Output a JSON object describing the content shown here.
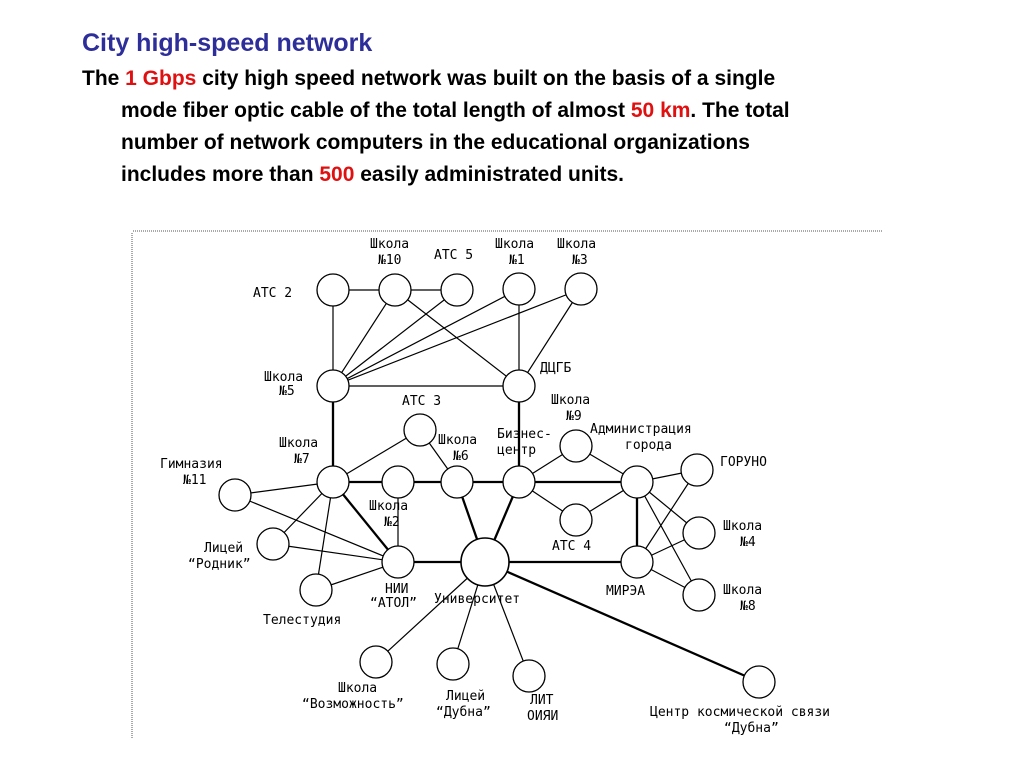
{
  "header": {
    "title": "City high-speed network"
  },
  "description": {
    "line1_before": "The ",
    "line1_speed": "1 Gbps",
    "line1_after": " city high speed network was built on the basis of a single",
    "line2_before": "mode fiber optic cable of the total length of almost ",
    "line2_length": "50 km",
    "line2_after": ". The total",
    "line3": "number of network computers in the educational organizations",
    "line4_before": "includes more than ",
    "line4_count": "500",
    "line4_after": " easily administrated units."
  },
  "colors": {
    "title": "#2e2e9a",
    "highlight": "#e01010",
    "text": "#000000"
  },
  "nodes": {
    "ats2": "АТС 2",
    "school10_a": "Школа",
    "school10_b": "№10",
    "ats5": "АТС 5",
    "school1_a": "Школа",
    "school1_b": "№1",
    "school3_a": "Школа",
    "school3_b": "№3",
    "school5_a": "Школа",
    "school5_b": "№5",
    "dcgb": "ДЦГБ",
    "ats3": "АТС 3",
    "school9_a": "Школа",
    "school9_b": "№9",
    "school7_a": "Школа",
    "school7_b": "№7",
    "school6_a": "Школа",
    "school6_b": "№6",
    "business_a": "Бизнес-",
    "business_b": "центр",
    "admin_a": "Администрация",
    "admin_b": "города",
    "goruno": "ГОРУНО",
    "gymnasium_a": "Гимназия",
    "gymnasium_b": "№11",
    "school2_a": "Школа",
    "school2_b": "№2",
    "school4_a": "Школа",
    "school4_b": "№4",
    "lyceum_rodnik_a": "Лицей",
    "lyceum_rodnik_b": "“Родник”",
    "ats4": "АТС 4",
    "nii_atol_a": "НИИ",
    "nii_atol_b": "“АТОЛ”",
    "university": "Университет",
    "mirea": "МИРЭА",
    "school8_a": "Школа",
    "school8_b": "№8",
    "telestudio": "Телестудия",
    "school_vozm_a": "Школа",
    "school_vozm_b": "“Возможность”",
    "lyceum_dubna_a": "Лицей",
    "lyceum_dubna_b": "“Дубна”",
    "lit_a": "ЛИТ",
    "lit_b": "ОИЯИ",
    "space_center_a": "Центр космической связи",
    "space_center_b": "“Дубна”"
  }
}
